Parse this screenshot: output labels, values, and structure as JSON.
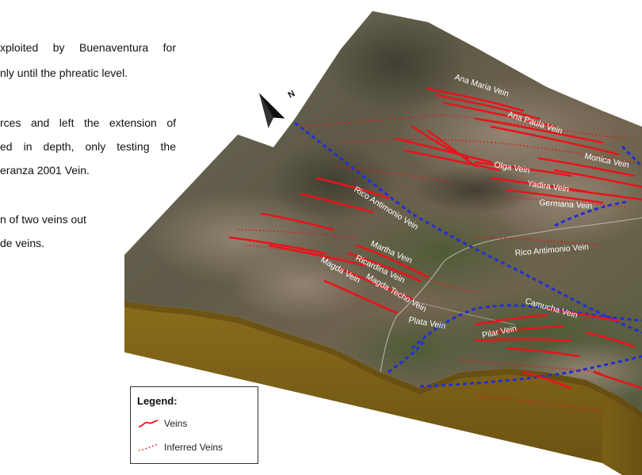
{
  "text_lines": [
    "xploited by Buenaventura for",
    "nly until the phreatic level.",
    "rces and left the extension of",
    "ed in depth, only testing the",
    "eranza 2001 Vein.",
    "n of two veins out",
    "de veins."
  ],
  "north_label": "N",
  "veins": [
    "Ana Maria Vein",
    "Ana Paula Vein",
    "Monica Vein",
    "Olga Vein",
    "Yadira Vein",
    "Germana Vein",
    "Rico Antimonio Vein",
    "Rico Antimonio Vein",
    "Martha Vein",
    "Ricardina Vein",
    "Magda Vein",
    "Magda Techo Vein",
    "Plata Vein",
    "Camucha Vein",
    "Pilar Vein"
  ],
  "legend": {
    "title": "Legend:",
    "items": [
      {
        "label": "Veins",
        "color": "#e8141b",
        "style": "solid"
      },
      {
        "label": "Inferred Veins",
        "color": "#e8141b",
        "style": "dotted"
      }
    ]
  },
  "colors": {
    "vein": "#e8141b",
    "fault": "#1f2fd8",
    "block_side": "#7a6017"
  }
}
